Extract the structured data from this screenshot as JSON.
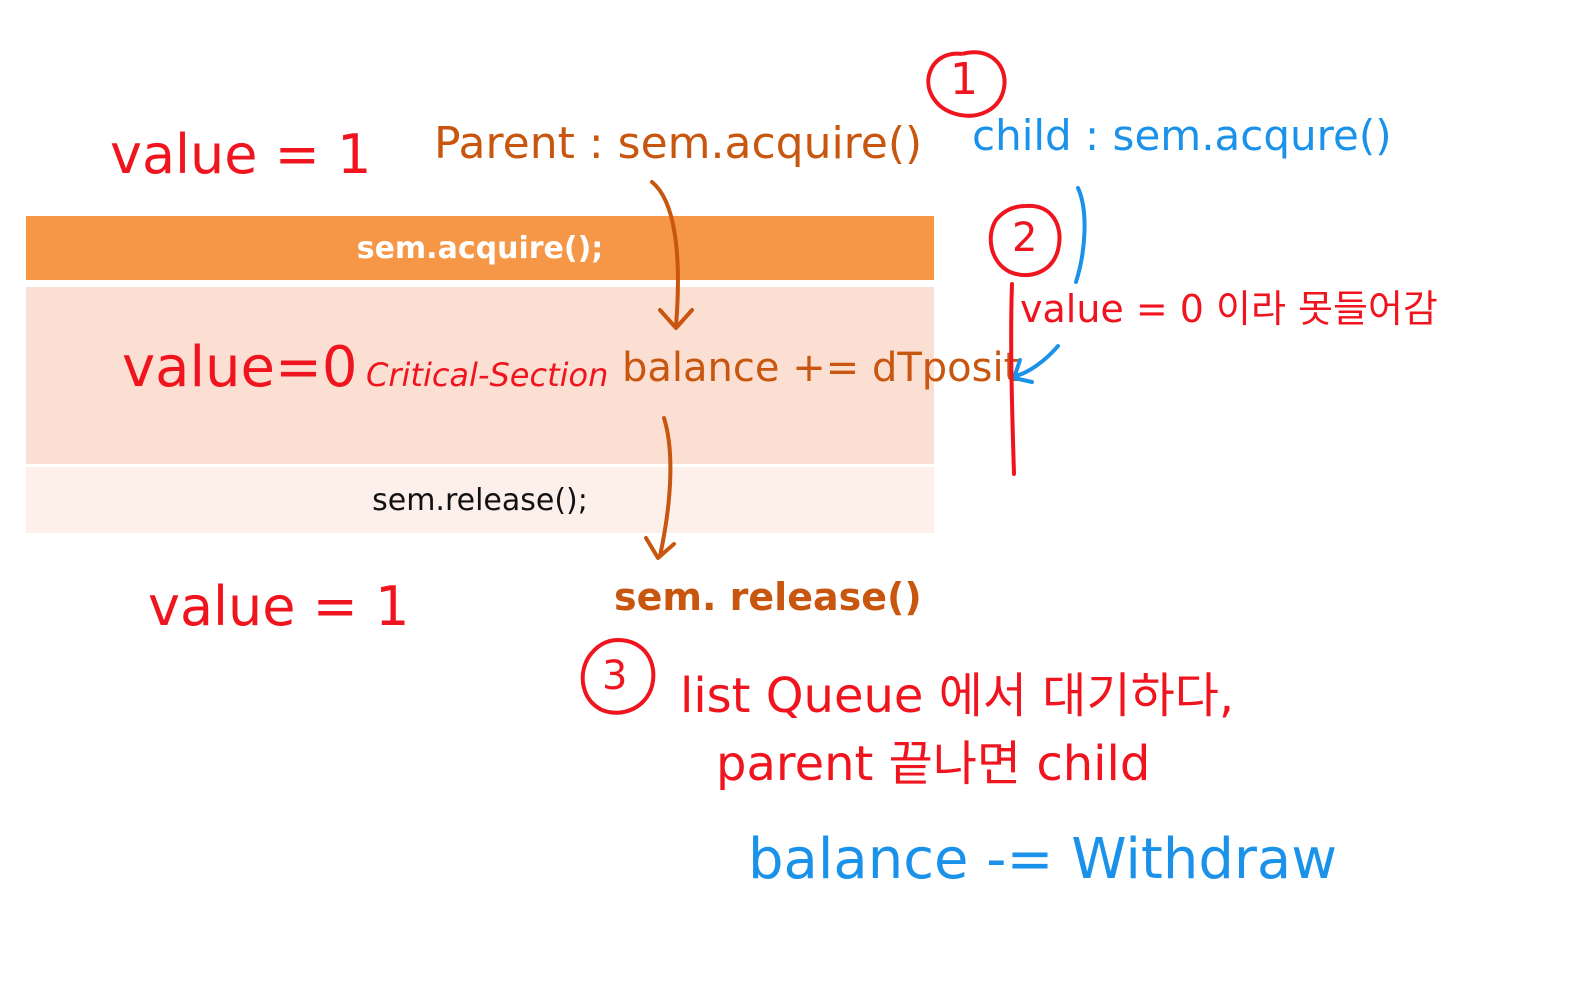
{
  "code_bands": {
    "acquire": "sem.acquire();",
    "critical_section": "Critical-Section",
    "release": "sem.release();"
  },
  "annotations": {
    "value_top": "value = 1",
    "value_mid": "value=0",
    "value_bottom": "value = 1",
    "parent_acquire": "Parent : sem.acquire()",
    "child_acquire": "child : sem.acqure()",
    "deposit": "balance += dTposit",
    "release_call": "sem. release()",
    "blocked_note": "value = 0 이라 못들어감",
    "queue_note_line1": "list Queue 에서 대기하다,",
    "queue_note_line2": "parent 끝나면 child",
    "withdraw": "balance -= Withdraw"
  },
  "steps": [
    "1",
    "2",
    "3"
  ],
  "colors": {
    "red": "#f0141e",
    "orange_ink": "#c8560f",
    "blue": "#1b92ea",
    "band_orange": "#f59747",
    "band_light": "#fcdfd3",
    "band_lighter": "#fdf0ea"
  }
}
